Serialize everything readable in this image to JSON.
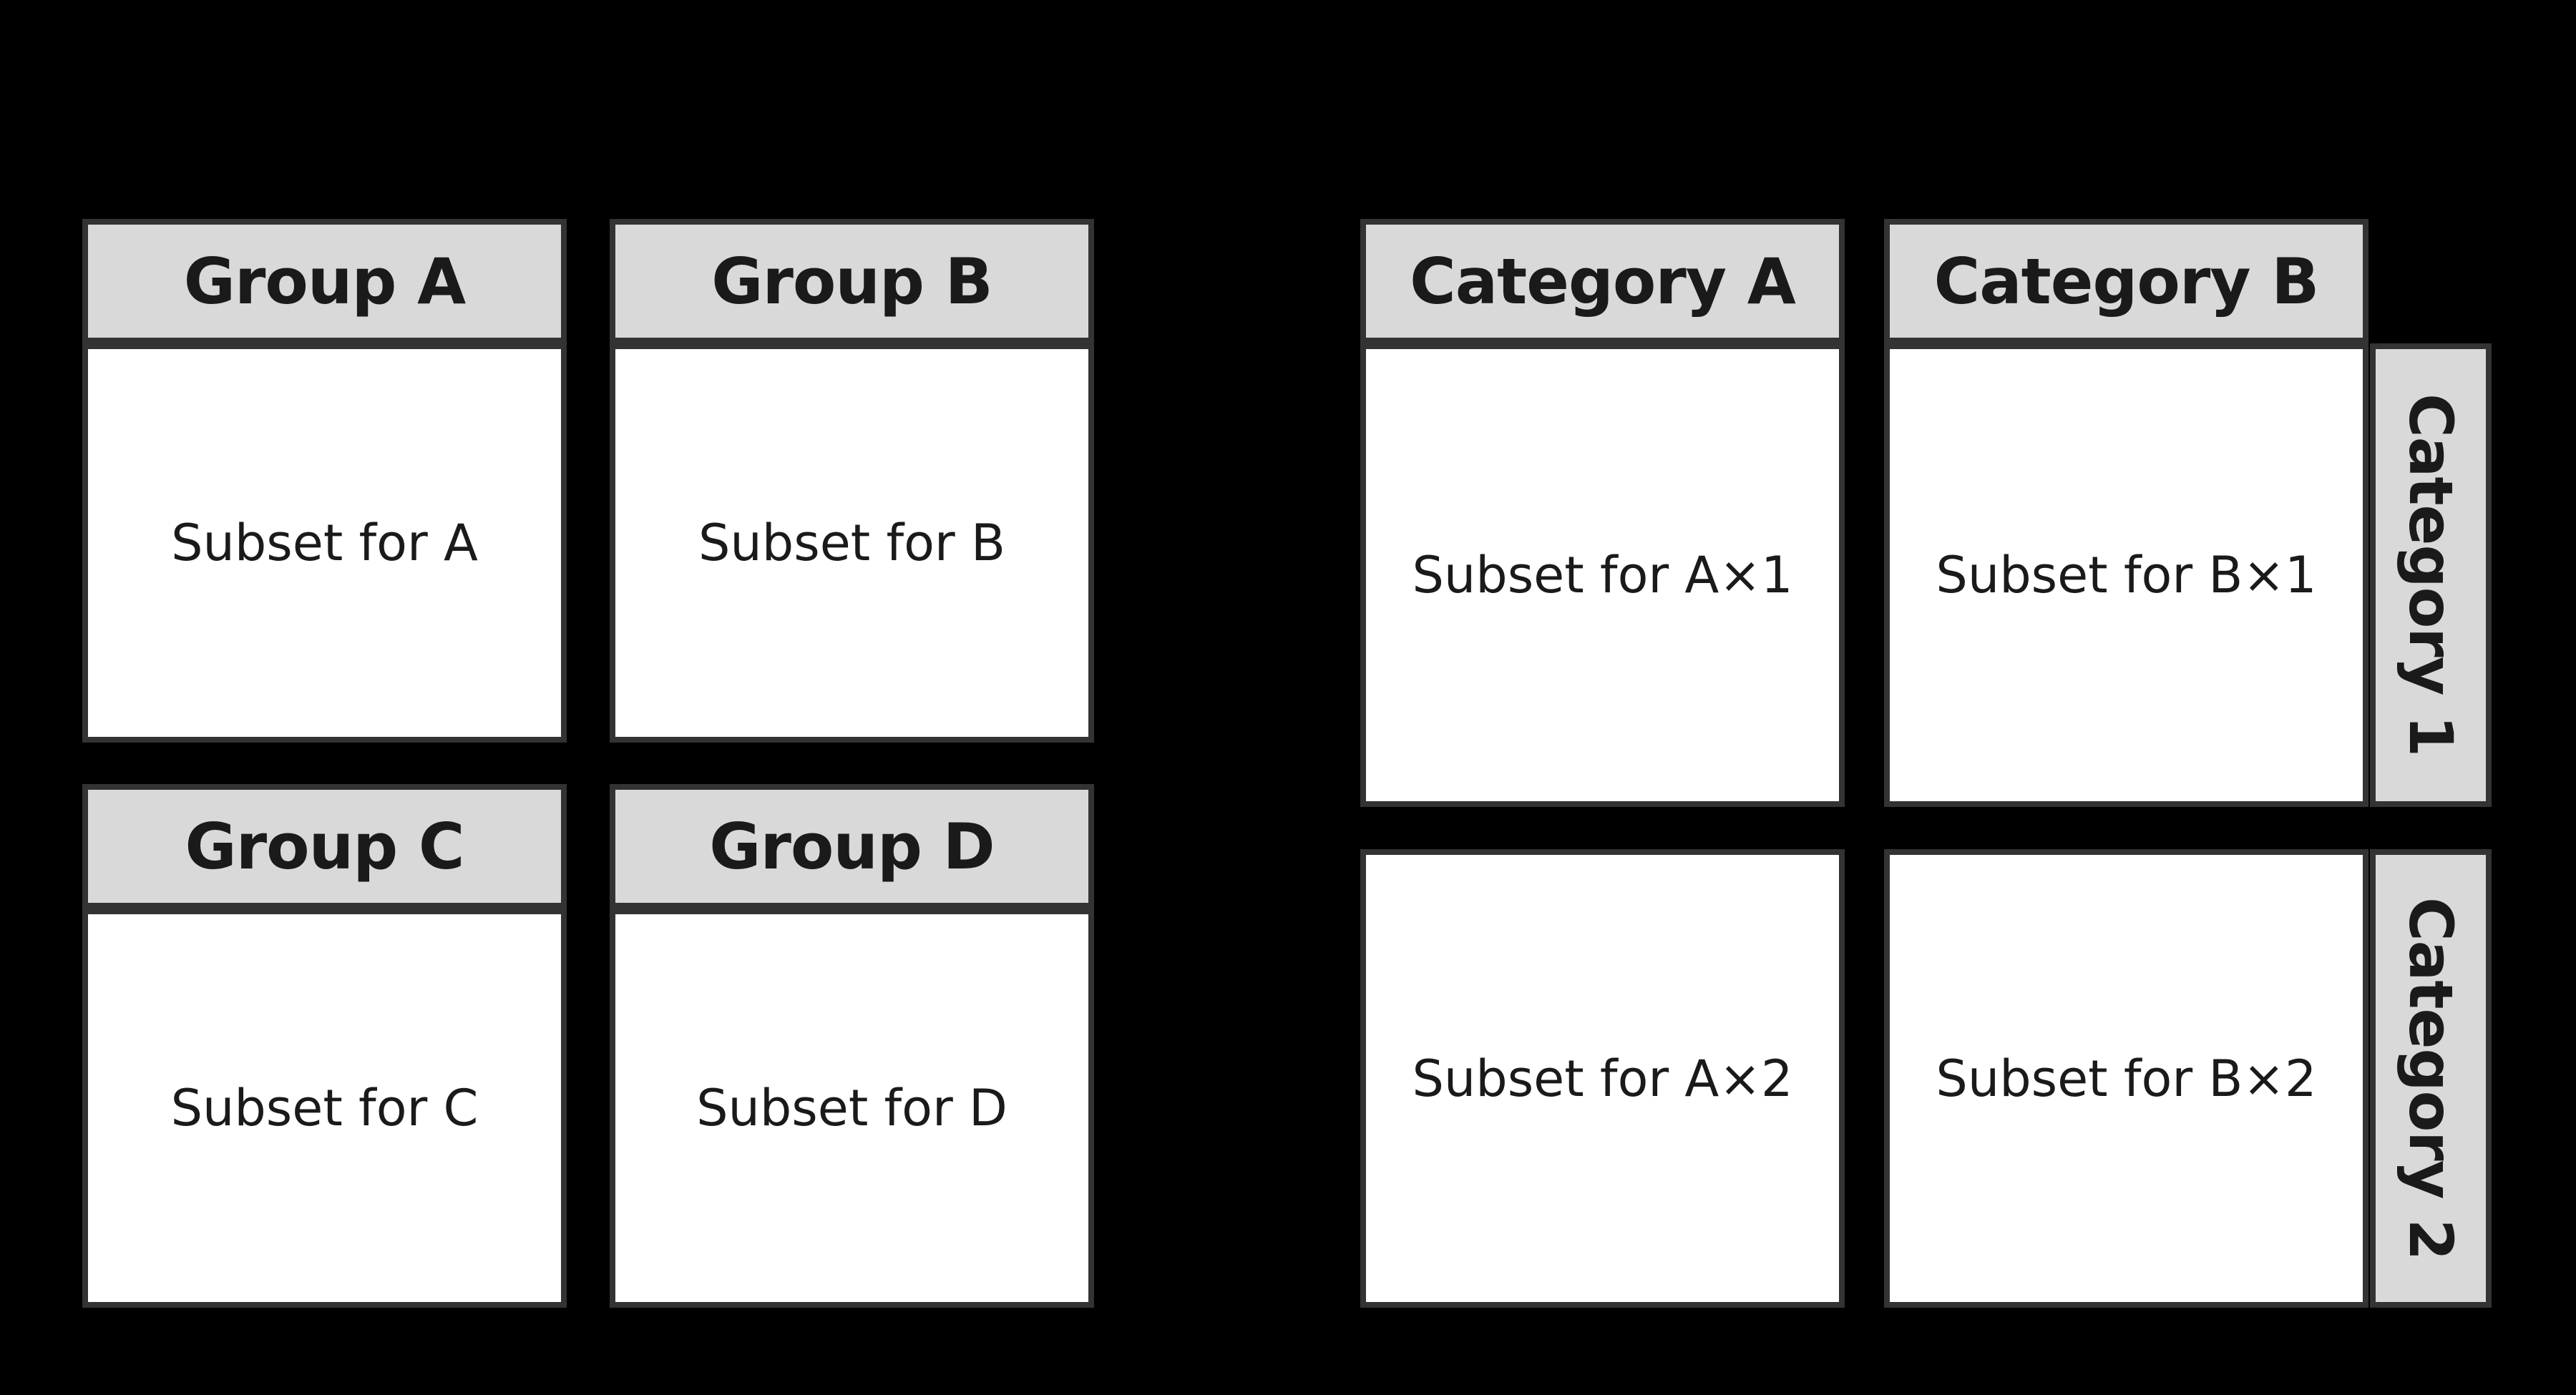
{
  "figure": {
    "background": "#000000",
    "panel_fill": "#ffffff",
    "strip_fill": "#d9d9d9",
    "border_color": "#333333",
    "text_color": "#1a1a1a"
  },
  "facet_wrap": {
    "panels": [
      {
        "strip": "Group A",
        "label": "Subset for A"
      },
      {
        "strip": "Group B",
        "label": "Subset for B"
      },
      {
        "strip": "Group C",
        "label": "Subset for C"
      },
      {
        "strip": "Group D",
        "label": "Subset for D"
      }
    ]
  },
  "facet_grid": {
    "col_strips": [
      "Category A",
      "Category B"
    ],
    "row_strips": [
      "Category 1",
      "Category 2"
    ],
    "cells": [
      "Subset for A×1",
      "Subset for B×1",
      "Subset for A×2",
      "Subset for B×2"
    ]
  }
}
